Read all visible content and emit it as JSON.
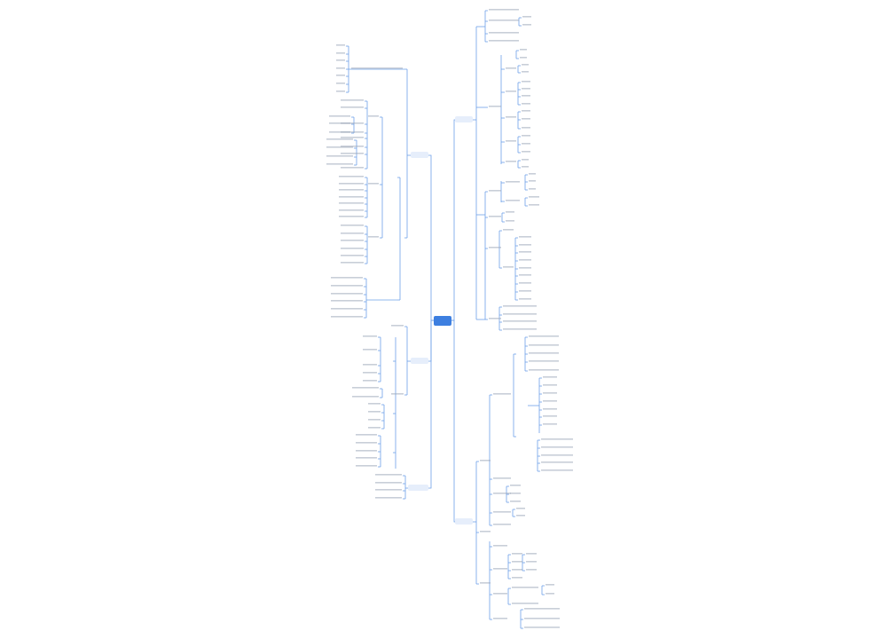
{
  "mindmap": {
    "root_label": "",
    "branches": [
      {
        "id": "right-top",
        "label": ""
      },
      {
        "id": "right-bottom",
        "label": ""
      },
      {
        "id": "left-top",
        "label": ""
      },
      {
        "id": "left-mid",
        "label": ""
      },
      {
        "id": "left-bottom",
        "label": ""
      }
    ]
  },
  "colors": {
    "root_fill": "#3d7fe0",
    "branch_fill": "#e6eefb",
    "connector": "#6ea0e8",
    "leaf_text": "#9aa6b8"
  }
}
